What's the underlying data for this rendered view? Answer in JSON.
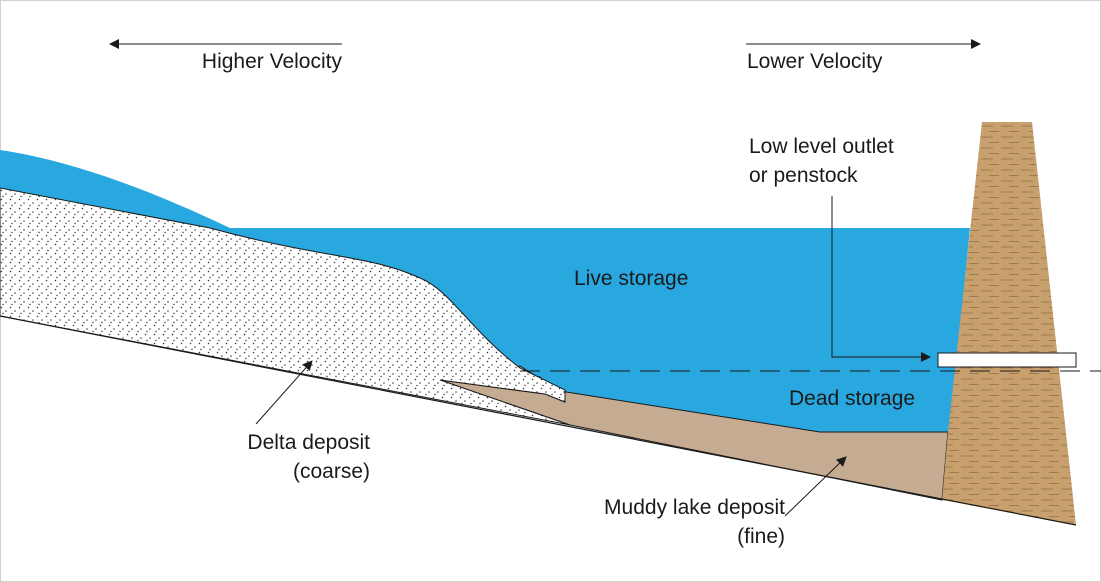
{
  "labels": {
    "higher_velocity": "Higher Velocity",
    "lower_velocity": "Lower Velocity",
    "outlet_line1": "Low level outlet",
    "outlet_line2": "or penstock",
    "live_storage": "Live storage",
    "dead_storage": "Dead storage",
    "delta_line1": "Delta deposit",
    "delta_line2": "(coarse)",
    "muddy_line1": "Muddy lake deposit",
    "muddy_line2": "(fine)"
  },
  "colors": {
    "water": "#29a8e0",
    "dam": "#c8a06e",
    "mud": "#c4ab91",
    "sand": "#ffffff",
    "line": "#1a1a1a",
    "border": "#d0d0d0"
  }
}
